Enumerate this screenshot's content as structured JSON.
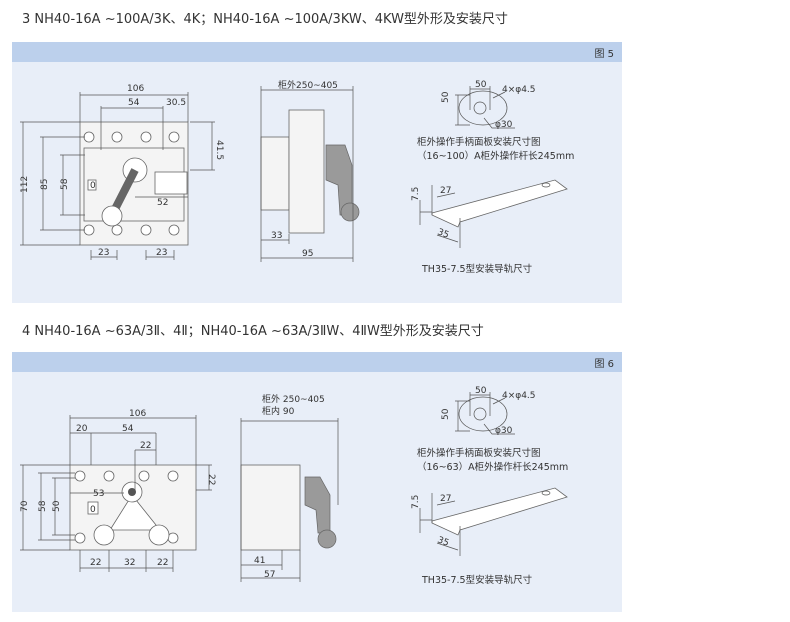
{
  "section3": {
    "heading": "3 NH40-16A ~100A/3K、4K；NH40-16A ~100A/3KW、4KW型外形及安装尺寸",
    "figure": "图 5",
    "front": {
      "w106": "106",
      "w54": "54",
      "w305": "30.5",
      "h415": "41.5",
      "h112": "112",
      "h85": "85",
      "h58": "58",
      "w52": "52",
      "w23a": "23",
      "w23b": "23",
      "switch": "0"
    },
    "side": {
      "top": "柜外250~405",
      "w33": "33",
      "w95": "95"
    },
    "hole": {
      "w50": "50",
      "holes": "4×φ4.5",
      "h50": "50",
      "d30": "φ30",
      "caption1": "柜外操作手柄面板安装尺寸图",
      "caption2": "（16~100）A柜外操作杆长245mm"
    },
    "rail": {
      "w27": "27",
      "h75": "7.5",
      "w35": "35",
      "caption": "TH35-7.5型安装导轨尺寸"
    }
  },
  "section4": {
    "heading": "4 NH40-16A ~63A/3Ⅱ、4Ⅱ；NH40-16A ~63A/3ⅡW、4ⅡW型外形及安装尺寸",
    "figure": "图 6",
    "front": {
      "w106": "106",
      "w20": "20",
      "w54": "54",
      "w22top": "22",
      "h22": "22",
      "w53": "53",
      "h70": "70",
      "h58": "58",
      "h50": "50",
      "w22a": "22",
      "w32": "32",
      "w22b": "22",
      "switch": "0"
    },
    "side": {
      "top1": "柜外 250~405",
      "top2": "柜内 90",
      "w41": "41",
      "w57": "57"
    },
    "hole": {
      "w50": "50",
      "holes": "4×φ4.5",
      "h50": "50",
      "d30": "φ30",
      "caption1": "柜外操作手柄面板安装尺寸图",
      "caption2": "（16~63）A柜外操作杆长245mm"
    },
    "rail": {
      "w27": "27",
      "h75": "7.5",
      "w35": "35",
      "caption": "TH35-7.5型安装导轨尺寸"
    }
  }
}
